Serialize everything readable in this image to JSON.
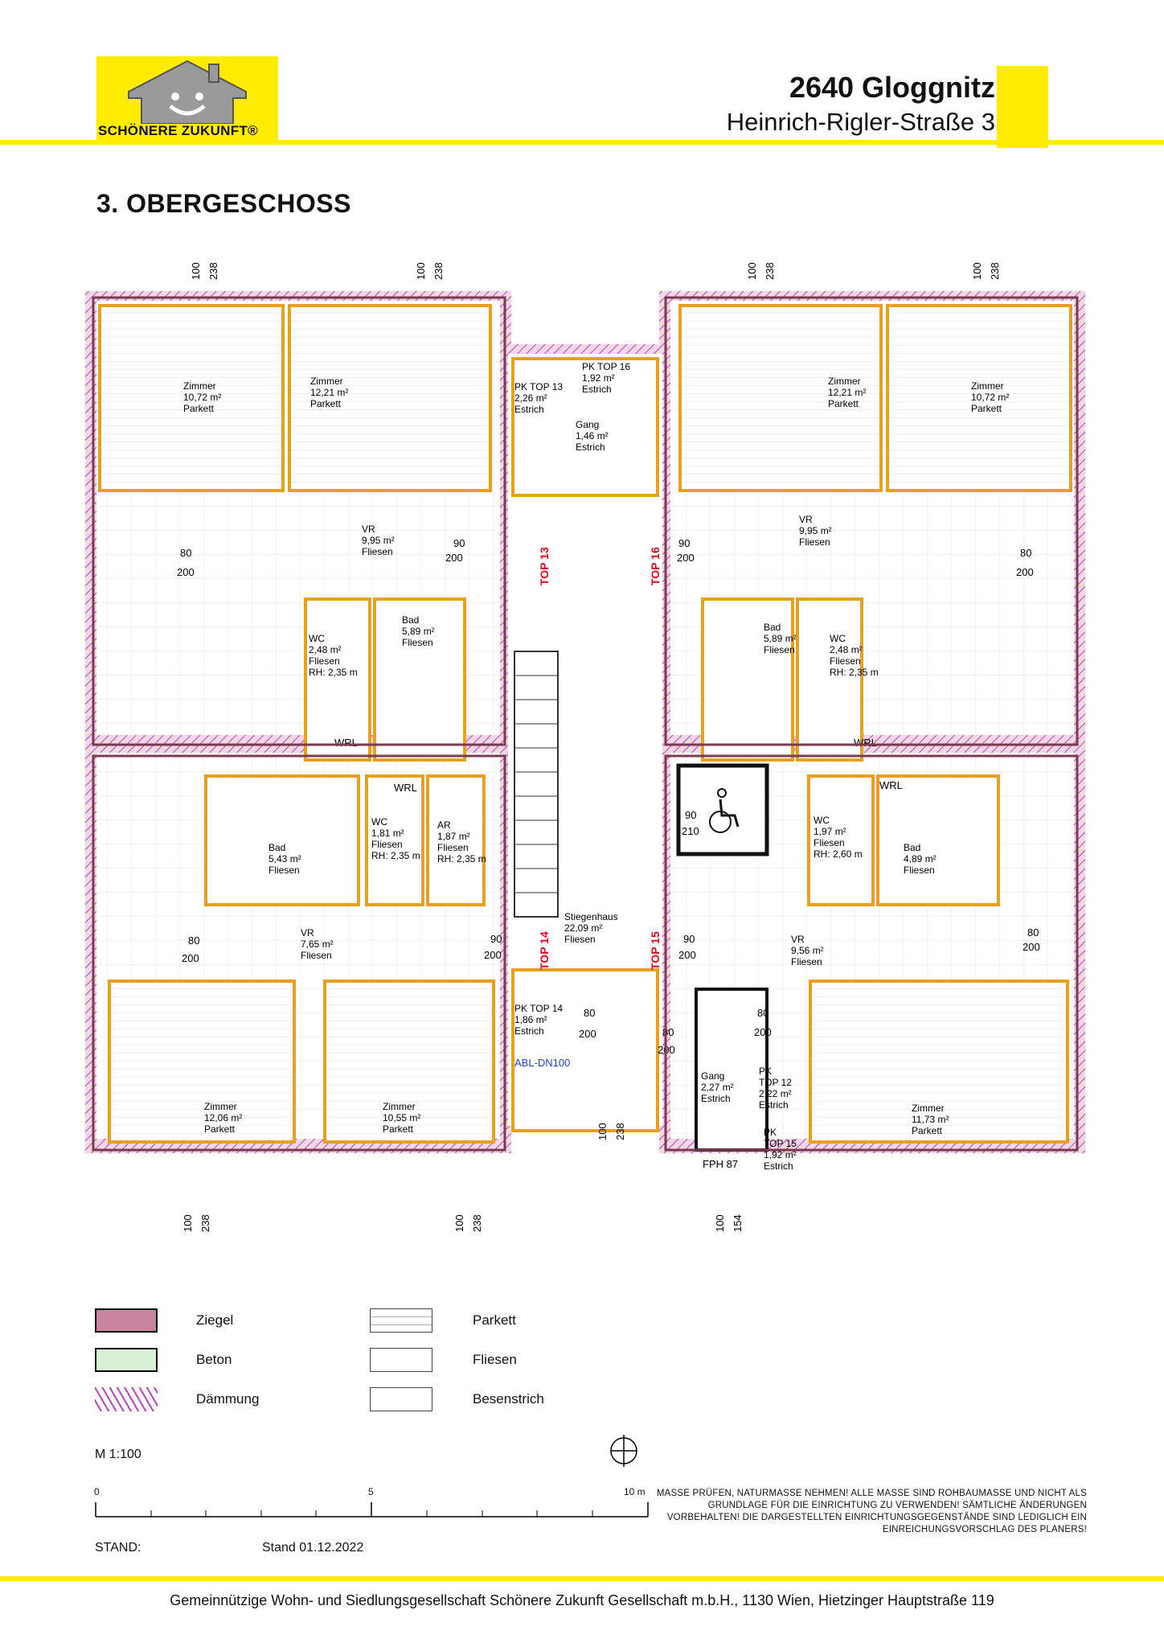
{
  "logo": {
    "text": "SCHÖNERE ZUKUNFT®",
    "icon": "house-smiley-icon"
  },
  "header": {
    "city": "2640 Gloggnitz",
    "street": "Heinrich-Rigler-Straße 3"
  },
  "title": "3. OBERGESCHOSS",
  "plan": {
    "rooms": [
      {
        "name": "Zimmer",
        "area": "10,72 m²",
        "floor": "Parkett"
      },
      {
        "name": "Zimmer",
        "area": "12,21 m²",
        "floor": "Parkett"
      },
      {
        "name": "PK TOP 13",
        "area": "2,26 m²",
        "floor": "Estrich"
      },
      {
        "name": "PK TOP 16",
        "area": "1,92 m²",
        "floor": "Estrich"
      },
      {
        "name": "Gang",
        "area": "1,46 m²",
        "floor": "Estrich"
      },
      {
        "name": "Zimmer",
        "area": "12,21 m²",
        "floor": "Parkett"
      },
      {
        "name": "Zimmer",
        "area": "10,72 m²",
        "floor": "Parkett"
      },
      {
        "name": "VR",
        "area": "9,95 m²",
        "floor": "Fliesen"
      },
      {
        "name": "VR",
        "area": "9,95 m²",
        "floor": "Fliesen"
      },
      {
        "name": "WC",
        "area": "2,48 m²",
        "floor": "Fliesen",
        "extra": "RH: 2,35 m"
      },
      {
        "name": "Bad",
        "area": "5,89 m²",
        "floor": "Fliesen"
      },
      {
        "name": "Bad",
        "area": "5,89 m²",
        "floor": "Fliesen"
      },
      {
        "name": "WC",
        "area": "2,48 m²",
        "floor": "Fliesen",
        "extra": "RH: 2,35 m"
      },
      {
        "name": "Bad",
        "area": "5,43 m²",
        "floor": "Fliesen"
      },
      {
        "name": "WC",
        "area": "1,81 m²",
        "floor": "Fliesen",
        "extra": "RH: 2,35 m"
      },
      {
        "name": "AR",
        "area": "1,87 m²",
        "floor": "Fliesen",
        "extra": "RH: 2,35 m"
      },
      {
        "name": "WC",
        "area": "1,97 m²",
        "floor": "Fliesen",
        "extra": "RH: 2,60 m"
      },
      {
        "name": "Bad",
        "area": "4,89 m²",
        "floor": "Fliesen"
      },
      {
        "name": "Stiegenhaus",
        "area": "22,09 m²",
        "floor": "Fliesen"
      },
      {
        "name": "VR",
        "area": "7,65 m²",
        "floor": "Fliesen"
      },
      {
        "name": "VR",
        "area": "9,56 m²",
        "floor": "Fliesen"
      },
      {
        "name": "PK TOP 14",
        "area": "1,86 m²",
        "floor": "Estrich"
      },
      {
        "name": "Gang",
        "area": "2,27 m²",
        "floor": "Estrich"
      },
      {
        "name": "PK TOP 12",
        "area": "2,22 m²",
        "floor": "Estrich"
      },
      {
        "name": "PK TOP 15",
        "area": "1,92 m²",
        "floor": "Estrich"
      },
      {
        "name": "Zimmer",
        "area": "12,06 m²",
        "floor": "Parkett"
      },
      {
        "name": "Zimmer",
        "area": "10,55 m²",
        "floor": "Parkett"
      },
      {
        "name": "Zimmer",
        "area": "11,73 m²",
        "floor": "Parkett"
      }
    ],
    "tops": [
      "TOP 13",
      "TOP 16",
      "TOP 14",
      "TOP 15"
    ],
    "wrl": "WRL",
    "fph": "FPH 87",
    "abl": "ABL-DN100",
    "dims": {
      "w100": "100",
      "h238": "238",
      "h154": "154",
      "w80": "80",
      "h200": "200",
      "w90": "90",
      "h210": "210"
    },
    "accessibility_icon": "wheelchair-icon"
  },
  "legend": {
    "items": [
      {
        "label": "Ziegel",
        "color": "#c9859e"
      },
      {
        "label": "Beton",
        "color": "#7fc27a"
      },
      {
        "label": "Dämmung",
        "color": "#c040c0"
      },
      {
        "label": "Parkett"
      },
      {
        "label": "Fliesen"
      },
      {
        "label": "Besenstrich"
      }
    ]
  },
  "scale": {
    "label": "M 1:100",
    "ticks": [
      "0",
      "5",
      "10 m"
    ]
  },
  "north_icon": "north-arrow-icon",
  "note": "MASSE PRÜFEN, NATURMASSE NEHMEN! ALLE MASSE SIND ROHBAUMASSE UND NICHT ALS GRUNDLAGE FÜR DIE EINRICHTUNG ZU VERWENDEN! SÄMTLICHE ÄNDERUNGEN VORBEHALTEN! DIE DARGESTELLTEN EINRICHTUNGSGEGENSTÄNDE SIND LEDIGLICH EIN EINREICHUNGSVORSCHLAG DES PLANERS!",
  "stand": {
    "label": "STAND:",
    "value": "Stand 01.12.2022"
  },
  "footer": "Gemeinnützige Wohn- und Siedlungsgesellschaft Schönere Zukunft Gesellschaft m.b.H., 1130 Wien, Hietzinger Hauptstraße 119",
  "colors": {
    "brand_yellow": "#ffec00",
    "wall_orange": "#e8a020",
    "accent_red": "#e3001b",
    "ziegel": "#c9859e"
  }
}
